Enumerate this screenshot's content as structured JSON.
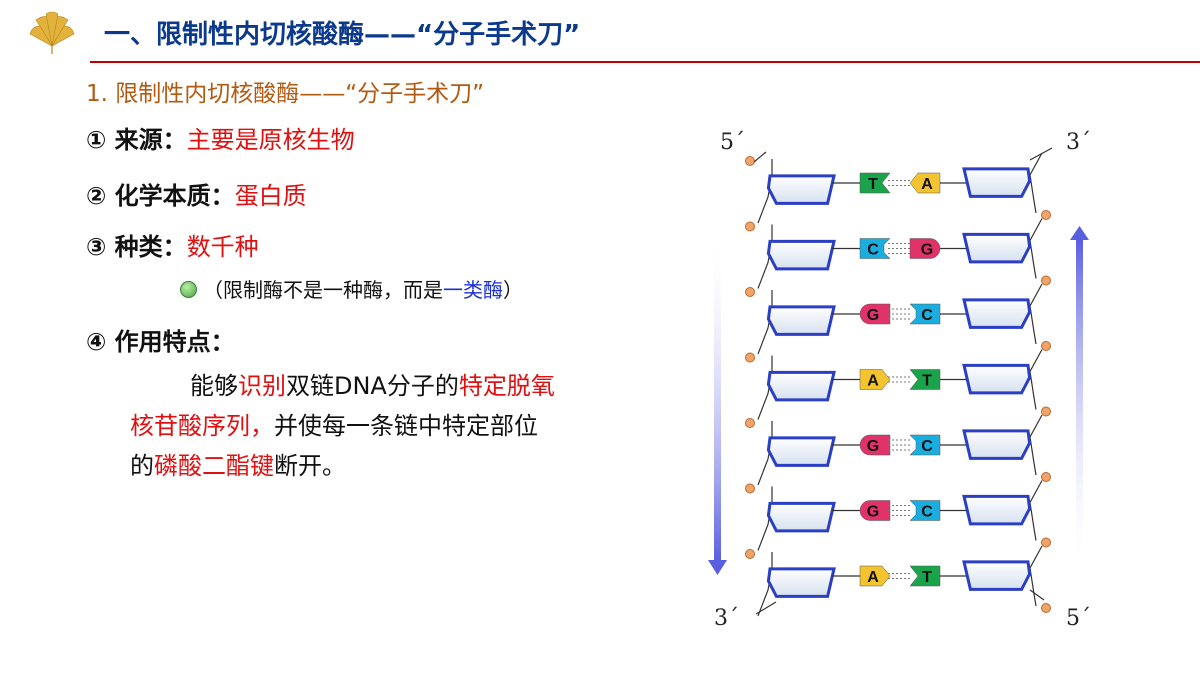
{
  "header": {
    "title": "一、限制性内切核酸酶——“分子手术刀”"
  },
  "subtitle": "1. 限制性内切核酸酶——“分子手术刀”",
  "items": [
    {
      "label": "① 来源：",
      "value": "主要是原核生物"
    },
    {
      "label": "② 化学本质：",
      "value": "蛋白质"
    },
    {
      "label": "③ 种类：",
      "value": "数千种"
    },
    {
      "label": "④ 作用特点："
    }
  ],
  "note": {
    "open": "（限制酶不是一种酶，而是",
    "highlight": "一类酶",
    "close": "）"
  },
  "paragraph": {
    "a": "能够",
    "b": "识别",
    "c": "双链DNA分子的",
    "d": "特定脱氧",
    "e": "核苷酸序列，",
    "f": "并使每一条链中特定部位",
    "g": "的",
    "h": "磷酸二酯键",
    "i": "断开。"
  },
  "dna": {
    "top_left": "5´",
    "top_right": "3´",
    "bottom_left": "3´",
    "bottom_right": "5´",
    "pairs": [
      {
        "left": "T",
        "right": "A"
      },
      {
        "left": "C",
        "right": "G"
      },
      {
        "left": "G",
        "right": "C"
      },
      {
        "left": "A",
        "right": "T"
      },
      {
        "left": "G",
        "right": "C"
      },
      {
        "left": "G",
        "right": "C"
      },
      {
        "left": "A",
        "right": "T"
      }
    ],
    "base_colors": {
      "A": "#f4c430",
      "T": "#1aa34a",
      "G": "#e0336a",
      "C": "#1aaee0"
    }
  }
}
